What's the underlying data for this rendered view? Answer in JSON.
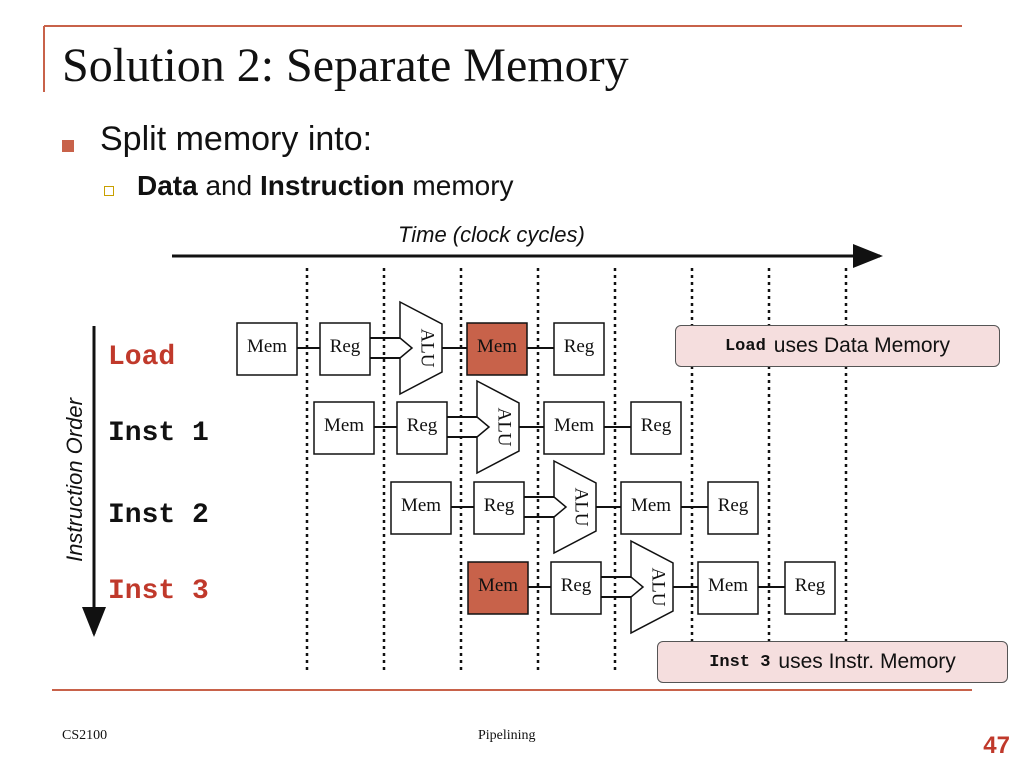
{
  "slide": {
    "title": "Solution 2: Separate Memory",
    "bullet1": "Split memory into:",
    "bullet2": {
      "part1": "Data",
      "part2": " and ",
      "part3": "Instruction",
      "part4": " memory"
    }
  },
  "diagram": {
    "time_label": "Time (clock cycles)",
    "order_label": "Instruction Order",
    "instructions": [
      "Load",
      "Inst 1",
      "Inst 2",
      "Inst 3"
    ],
    "stage_labels": {
      "mem": "Mem",
      "reg": "Reg",
      "alu": "ALU"
    },
    "callout_load": {
      "code": "Load",
      "text": "uses Data Memory"
    },
    "callout_inst3": {
      "code": "Inst 3",
      "text": "uses Instr. Memory"
    },
    "colors": {
      "accent": "#c8624a",
      "highlight": "#c8624a",
      "red_text": "#c0392b",
      "callout_bg": "#f5dede"
    }
  },
  "footer": {
    "left": "CS2100",
    "center": "Pipelining",
    "page": "47"
  }
}
